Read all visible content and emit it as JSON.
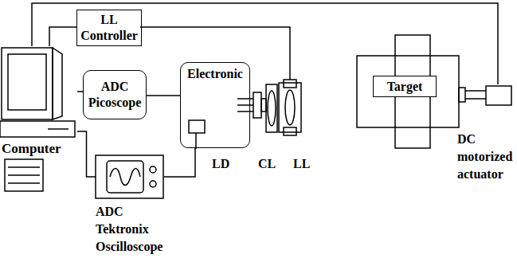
{
  "diagram": {
    "nodes": [
      {
        "text": [
          "Computer"
        ]
      },
      {
        "text": [
          "LL Controller"
        ]
      },
      {
        "text": [
          "ADC Picoscope"
        ]
      },
      {
        "text": [
          "Electronic"
        ]
      },
      {
        "text": [
          "ADC Tektronix Oscilloscope"
        ]
      },
      {
        "text": [
          "Target"
        ]
      },
      {
        "text": [
          "DC motorized actuator"
        ]
      }
    ],
    "edges": [
      {
        "from": 0,
        "to": 1,
        "arrow": "none"
      },
      {
        "from": 0,
        "to": 2,
        "arrow": "none"
      },
      {
        "from": 2,
        "to": 3,
        "arrow": "none"
      },
      {
        "from": 0,
        "to": 4,
        "arrow": "none"
      },
      {
        "from": 4,
        "to": 3,
        "arrow": "none"
      },
      {
        "from": 0,
        "to": 6,
        "arrow": "none"
      }
    ],
    "labels": [
      "LD",
      "CL",
      "LL"
    ]
  }
}
